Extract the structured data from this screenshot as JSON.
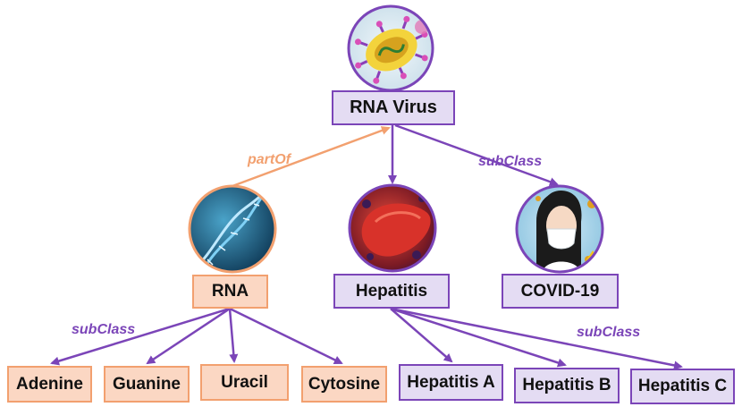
{
  "nodes": {
    "rna_virus": "RNA Virus",
    "rna": "RNA",
    "hepatitis": "Hepatitis",
    "covid19": "COVID-19",
    "adenine": "Adenine",
    "guanine": "Guanine",
    "uracil": "Uracil",
    "cytosine": "Cytosine",
    "hepatitis_a": "Hepatitis A",
    "hepatitis_b": "Hepatitis B",
    "hepatitis_c": "Hepatitis C"
  },
  "edge_labels": {
    "part_of": "partOf",
    "subclass_top": "subClass",
    "subclass_rna": "subClass",
    "subclass_hepatitis": "subClass"
  },
  "colors": {
    "purple_border": "#7b45b8",
    "purple_fill": "#e4dcf3",
    "orange_border": "#f2a06f",
    "orange_fill": "#fbd7c3",
    "purple_text": "#7b45b8",
    "orange_text": "#f2a06f"
  },
  "icons": {
    "rna_virus": "virus-icon",
    "rna": "dna-helix-icon",
    "hepatitis": "liver-icon",
    "covid19": "masked-person-icon"
  }
}
